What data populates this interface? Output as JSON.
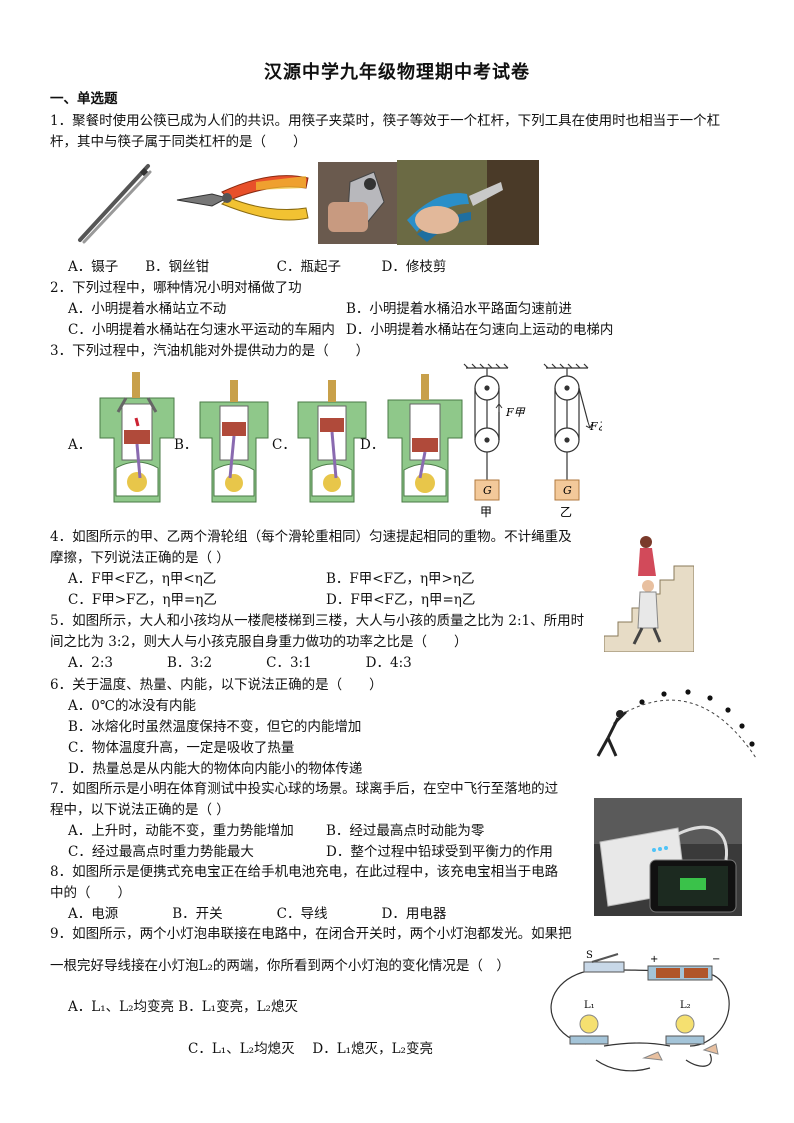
{
  "title": "汉源中学九年级物理期中考试卷",
  "section": "一、单选题",
  "q1": {
    "stem_1": "1．聚餐时使用公筷已成为人们的共识。用筷子夹菜时，筷子等效于一个杠杆，下列工具在使用时也相当于一个杠",
    "stem_2": "杆，其中与筷子属于同类杠杆的是（　　）",
    "options": "A．镊子　　B．钢丝钳　　　　　C．瓶起子　　　D．修枝剪"
  },
  "q2": {
    "stem": "2．下列过程中，哪种情况小明对桶做了功",
    "a": "A．小明提着水桶站立不动",
    "b": "B．小明提着水桶沿水平路面匀速前进",
    "c": "C．小明提着水桶站在匀速水平运动的车厢内",
    "d": "D．小明提着水桶站在匀速向上运动的电梯内"
  },
  "q3": {
    "stem": "3．下列过程中，汽油机能对外提供动力的是（　　）",
    "a": "A．",
    "b": "B．",
    "c": "C．",
    "d": "D．"
  },
  "pulley": {
    "f_jia": "F甲",
    "f_yi": "F乙",
    "g": "G",
    "jia": "甲",
    "yi": "乙"
  },
  "q4": {
    "stem_1": "4．如图所示的甲、乙两个滑轮组（每个滑轮重相同）匀速提起相同的重物。不计绳重及",
    "stem_2": "摩擦，下列说法正确的是（ ）",
    "a": "A．F甲<F乙，η甲<η乙",
    "b": "B．F甲<F乙，η甲>η乙",
    "c": "C．F甲>F乙，η甲=η乙",
    "d": "D．F甲<F乙，η甲=η乙"
  },
  "q5": {
    "stem_1": "5．如图所示，大人和小孩均从一楼爬楼梯到三楼，大人与小孩的质量之比为 2:1、所用时",
    "stem_2": "间之比为 3:2，则大人与小孩克服自身重力做功的功率之比是（　　）",
    "options": "A．2:3　　　　B．3:2　　　　C．3:1　　　　D．4:3"
  },
  "q6": {
    "stem": "6．关于温度、热量、内能，以下说法正确的是（　　）",
    "a": "A．0℃的冰没有内能",
    "b": "B．冰熔化时虽然温度保持不变，但它的内能增加",
    "c": "C．物体温度升高，一定是吸收了热量",
    "d": "D．热量总是从内能大的物体向内能小的物体传递"
  },
  "q7": {
    "stem_1": "7．如图所示是小明在体育测试中投实心球的场景。球离手后，在空中飞行至落地的过",
    "stem_2": "程中，以下说法正确的是（ ）",
    "a": "A．上升时，动能不变，重力势能增加",
    "b": "B．经过最高点时动能为零",
    "c": "C．经过最高点时重力势能最大",
    "d": "D．整个过程中铅球受到平衡力的作用"
  },
  "q8": {
    "stem_1": "8．如图所示是便携式充电宝正在给手机电池充电，在此过程中，该充电宝相当于电路",
    "stem_2": "中的（　　）",
    "options": "A．电源　　　　B．开关　　　　C．导线　　　　D．用电器"
  },
  "q9": {
    "stem_1": "9．如图所示，两个小灯泡串联接在电路中，在闭合开关时，两个小灯泡都发光。如果把",
    "stem_2": "一根完好导线接在小灯泡L₂的两端，你所看到两个小灯泡的变化情况是（　）",
    "ab": "A．L₁、L₂均变亮 B．L₁变亮，L₂熄灭",
    "cd": "C．L₁、L₂均熄灭　 D．L₁熄灭，L₂变亮"
  },
  "circuit": {
    "s": "S",
    "l1": "L₁",
    "l2": "L₂",
    "plus": "+",
    "minus": "−"
  }
}
